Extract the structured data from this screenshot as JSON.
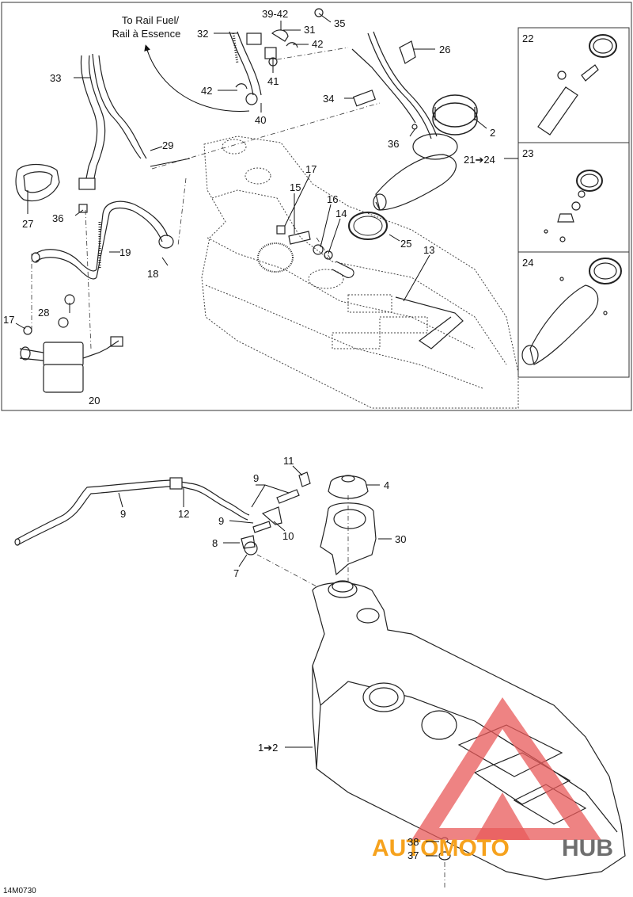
{
  "top_panel": {
    "direction_note": [
      "To Rail Fuel/",
      "Rail à Essence"
    ],
    "labels": [
      {
        "id": "39-42",
        "text": "39-42"
      },
      {
        "id": "35",
        "text": "35"
      },
      {
        "id": "32",
        "text": "32"
      },
      {
        "id": "31",
        "text": "31"
      },
      {
        "id": "42a",
        "text": "42"
      },
      {
        "id": "26",
        "text": "26"
      },
      {
        "id": "33",
        "text": "33"
      },
      {
        "id": "41",
        "text": "41"
      },
      {
        "id": "42b",
        "text": "42"
      },
      {
        "id": "34",
        "text": "34"
      },
      {
        "id": "40",
        "text": "40"
      },
      {
        "id": "2",
        "text": "2"
      },
      {
        "id": "36a",
        "text": "36"
      },
      {
        "id": "29",
        "text": "29"
      },
      {
        "id": "21-24",
        "text": "21➔24"
      },
      {
        "id": "17a",
        "text": "17"
      },
      {
        "id": "15",
        "text": "15"
      },
      {
        "id": "16",
        "text": "16"
      },
      {
        "id": "14",
        "text": "14"
      },
      {
        "id": "27",
        "text": "27"
      },
      {
        "id": "36b",
        "text": "36"
      },
      {
        "id": "25",
        "text": "25"
      },
      {
        "id": "13",
        "text": "13"
      },
      {
        "id": "19",
        "text": "19"
      },
      {
        "id": "18",
        "text": "18"
      },
      {
        "id": "28",
        "text": "28"
      },
      {
        "id": "17b",
        "text": "17"
      },
      {
        "id": "20",
        "text": "20"
      }
    ],
    "inset_labels": [
      {
        "id": "22",
        "text": "22"
      },
      {
        "id": "23",
        "text": "23"
      },
      {
        "id": "24",
        "text": "24"
      }
    ]
  },
  "bottom_panel": {
    "labels": [
      {
        "id": "11",
        "text": "11"
      },
      {
        "id": "9a",
        "text": "9"
      },
      {
        "id": "4",
        "text": "4"
      },
      {
        "id": "9b",
        "text": "9"
      },
      {
        "id": "12",
        "text": "12"
      },
      {
        "id": "9c",
        "text": "9"
      },
      {
        "id": "10",
        "text": "10"
      },
      {
        "id": "8",
        "text": "8"
      },
      {
        "id": "30",
        "text": "30"
      },
      {
        "id": "7",
        "text": "7"
      },
      {
        "id": "1-2",
        "text": "1➔2"
      },
      {
        "id": "38",
        "text": "38"
      },
      {
        "id": "37",
        "text": "37"
      }
    ]
  },
  "figure_code": "14M0730",
  "watermark": {
    "part1": "AUTOMOTO",
    "part2": "HUB",
    "accent": "#f6a21d",
    "triangle": "#e85a5a",
    "text_gray": "#6e6e6e"
  }
}
